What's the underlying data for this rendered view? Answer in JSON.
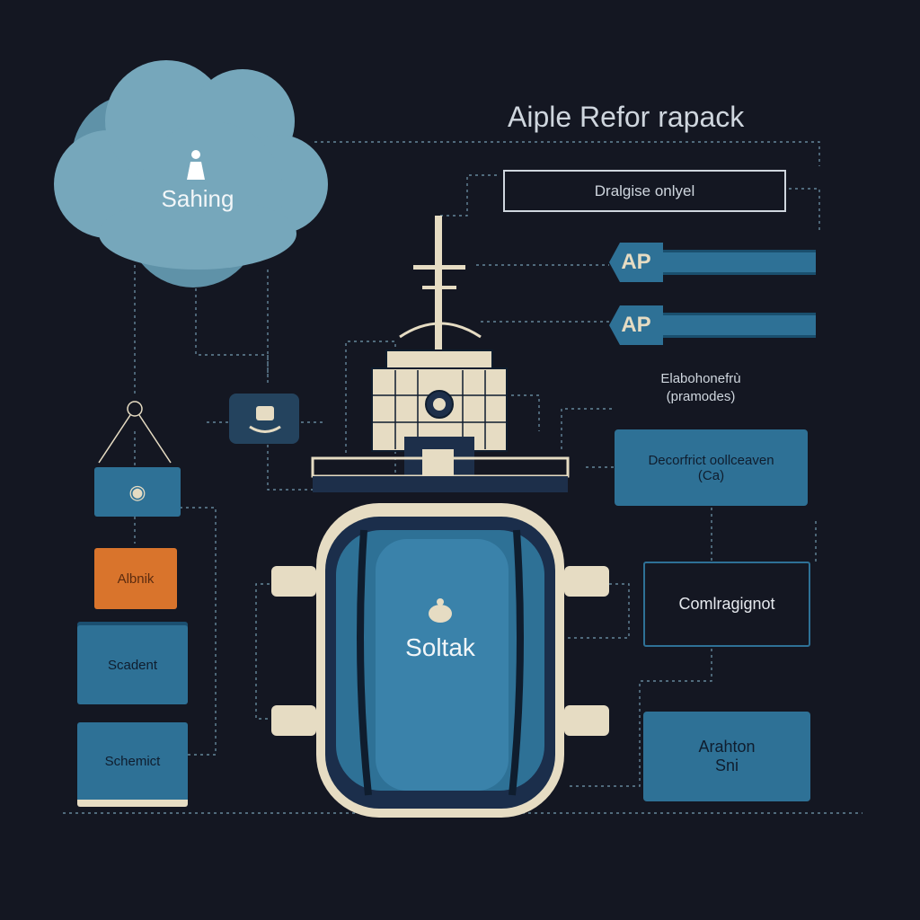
{
  "title": "Aiple Refor rapack",
  "cloud": {
    "label": "Sahing"
  },
  "header_box": {
    "label": "Dralgise onlyel"
  },
  "api_pills": [
    {
      "label": "AP"
    },
    {
      "label": "AP"
    }
  ],
  "side_note": {
    "line1": "Elabohonefrù",
    "line2": "(pramodes)"
  },
  "right_boxes": [
    {
      "line1": "Decorfrict oollceaven",
      "line2": "(Ca)"
    },
    {
      "line1": "Comlragignot",
      "line2": ""
    },
    {
      "line1": "Arahton",
      "line2": "Sni"
    }
  ],
  "left_stack": [
    {
      "label": ""
    },
    {
      "label": "Albnik"
    },
    {
      "label": "Scadent"
    },
    {
      "label": "Schemict"
    }
  ],
  "tank": {
    "label": "Soltak"
  },
  "colors": {
    "background": "#141722",
    "cloud": "#76a7bb",
    "primary_blue": "#2e7196",
    "orange": "#d9742c",
    "cream": "#e6dcc3",
    "dark_line": "#0f1d2e"
  }
}
